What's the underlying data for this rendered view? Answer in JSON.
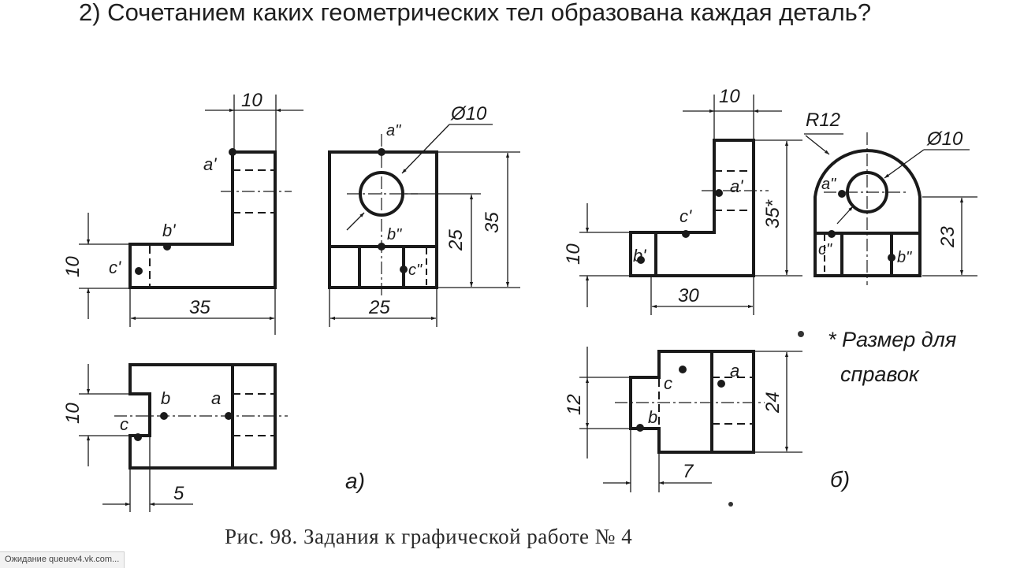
{
  "question": "2) Сочетанием каких геометрических тел образована каждая деталь?",
  "caption": "Рис. 98. Задания к графической работе № 4",
  "status_text": "Ожидание queuev4.vk.com...",
  "part_a": {
    "label": "а)",
    "dims": {
      "front_top": "10",
      "front_left": "10",
      "front_bottom": "35",
      "side_diameter": "Ø10",
      "side_inner_height": "25",
      "side_height": "35",
      "side_bottom": "25",
      "top_left": "10",
      "top_bottom": "5"
    },
    "points": {
      "a_front": "a'",
      "b_front": "b'",
      "c_front": "c'",
      "a_side": "a\"",
      "b_side": "b\"",
      "c_side": "c\"",
      "a_top": "a",
      "b_top": "b",
      "c_top": "c"
    }
  },
  "part_b": {
    "label": "б)",
    "dims": {
      "front_top": "10",
      "front_height": "35*",
      "front_left": "10",
      "front_bottom": "30",
      "side_radius": "R12",
      "side_diameter": "Ø10",
      "side_height": "23",
      "top_left": "12",
      "top_right": "24",
      "top_bottom": "7"
    },
    "points": {
      "a_front": "a'",
      "b_front": "b'",
      "c_front": "c'",
      "a_side": "a\"",
      "b_side": "b\"",
      "c_side": "c\"",
      "a_top": "a",
      "b_top": "b",
      "c_top": "c"
    },
    "note": "* Размер для справок"
  }
}
